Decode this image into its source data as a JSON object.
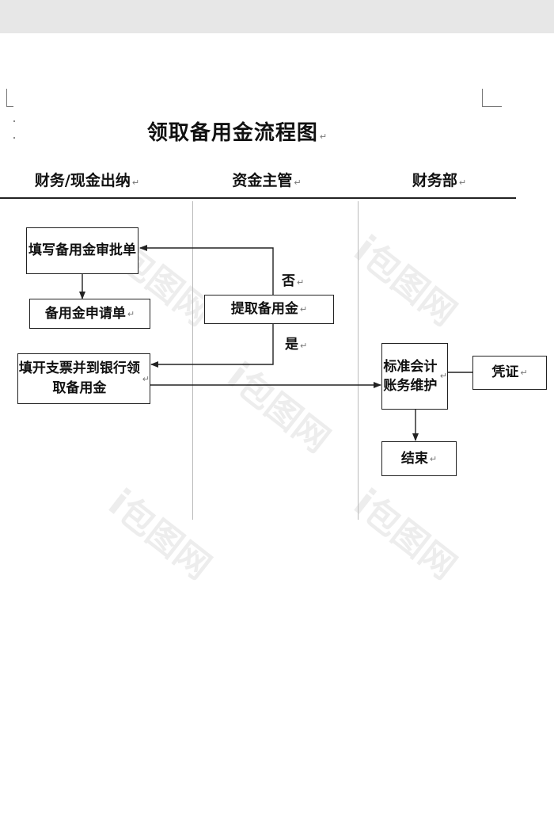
{
  "title": "领取备用金流程图",
  "paragraph_mark": "↵",
  "lanes": [
    {
      "label": "财务/现金出纳"
    },
    {
      "label": "资金主管"
    },
    {
      "label": "财务部"
    }
  ],
  "nodes": {
    "fill_approval_form": "填写备用金审批单",
    "request_form": "备用金申请单",
    "withdraw_petty_cash": "提取备用金",
    "cheque_to_bank": "填开支票并到银行领取备用金",
    "accounting_maintenance": "标准会计账务维护",
    "voucher": "凭证",
    "end": "结束"
  },
  "edge_labels": {
    "no": "否",
    "yes": "是"
  },
  "watermark": {
    "brand": "包图网",
    "logo_glyph": "i"
  }
}
